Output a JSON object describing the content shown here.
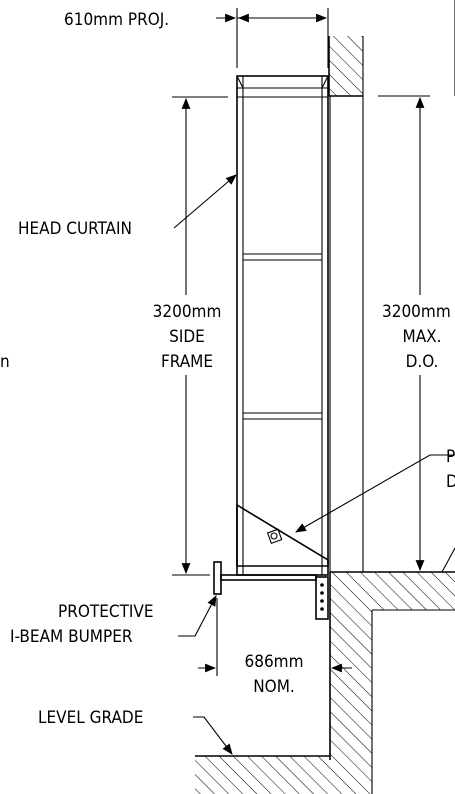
{
  "labels": {
    "projection": "610mm PROJ.",
    "head_curtain": "HEAD CURTAIN",
    "side_frame_dim": "3200mm",
    "side_frame_l1": "SIDE",
    "side_frame_l2": "FRAME",
    "door_opening_dim": "3200mm",
    "door_opening_l1": "MAX.",
    "door_opening_l2": "D.O.",
    "bumper_l1": "PROTECTIVE",
    "bumper_l2": "I-BEAM BUMPER",
    "bumper_dim": "686mm",
    "bumper_dim_l2": "NOM.",
    "level_grade": "LEVEL GRADE",
    "cut_left_fragment": "n",
    "cut_right_fragment_1": "P",
    "cut_right_fragment_2": "D"
  }
}
